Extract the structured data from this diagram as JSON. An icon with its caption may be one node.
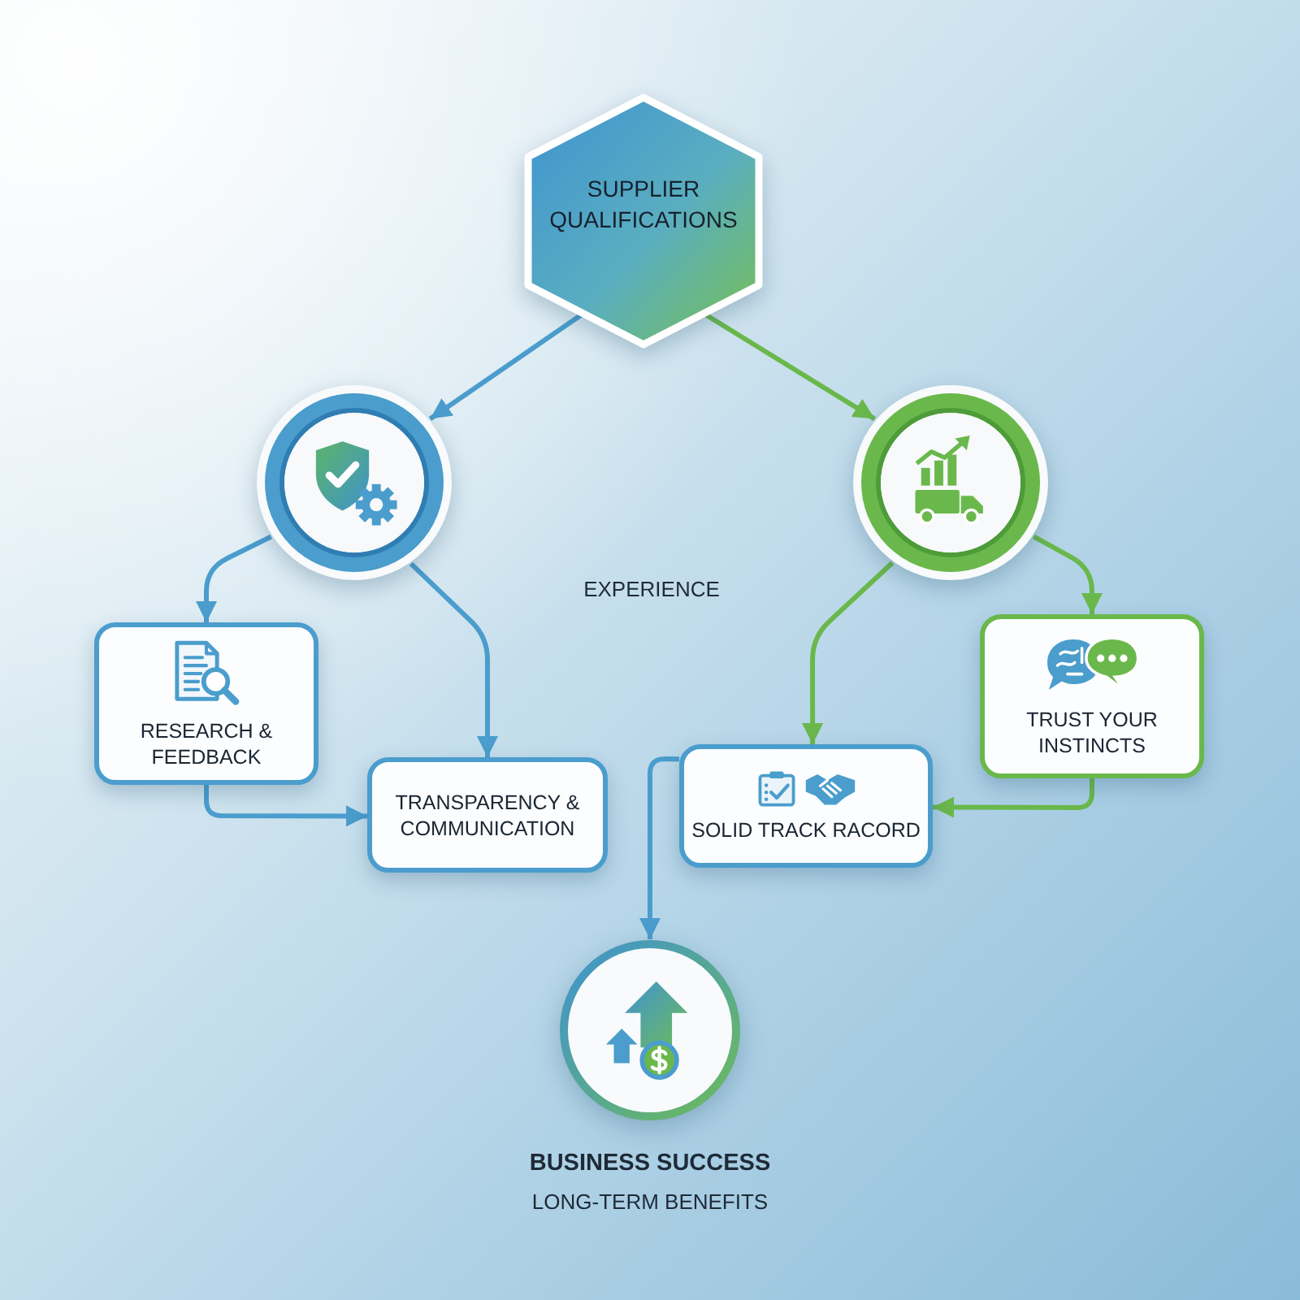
{
  "diagram": {
    "nodes": [
      {
        "text": [
          "SUPPLIER QUALIFICATIONS"
        ]
      },
      {
        "text": [],
        "shape": "circle"
      },
      {
        "text": [],
        "shape": "circle"
      },
      {
        "text": [
          "RESEARCH & FEEDBACK"
        ]
      },
      {
        "text": [
          "TRANSPARENCY & COMMUNICATION"
        ]
      },
      {
        "text": [
          "TRUST YOUR INSTINCTS"
        ]
      },
      {
        "text": [
          "SOLID TRACK RACORD"
        ]
      },
      {
        "text": [
          "BUSINESS SUCCESS",
          "LONG-TERM BENEFITS"
        ]
      }
    ],
    "edges": [
      {
        "from": 0,
        "to": 1,
        "arrow": "to"
      },
      {
        "from": 0,
        "to": 2,
        "arrow": "to",
        "color": "#6ab84c"
      },
      {
        "from": 1,
        "to": 3,
        "arrow": "to"
      },
      {
        "from": 1,
        "to": 4,
        "arrow": "to"
      },
      {
        "from": 3,
        "to": 4,
        "arrow": "to"
      },
      {
        "from": 2,
        "to": 5,
        "arrow": "to",
        "color": "#6ab84c"
      },
      {
        "from": 2,
        "to": 6,
        "arrow": "to",
        "color": "#6ab84c"
      },
      {
        "from": 5,
        "to": 6,
        "arrow": "to",
        "color": "#6ab84c"
      },
      {
        "from": 6,
        "to": 7,
        "arrow": "to"
      }
    ],
    "labels": [
      "EXPERIENCE"
    ]
  }
}
